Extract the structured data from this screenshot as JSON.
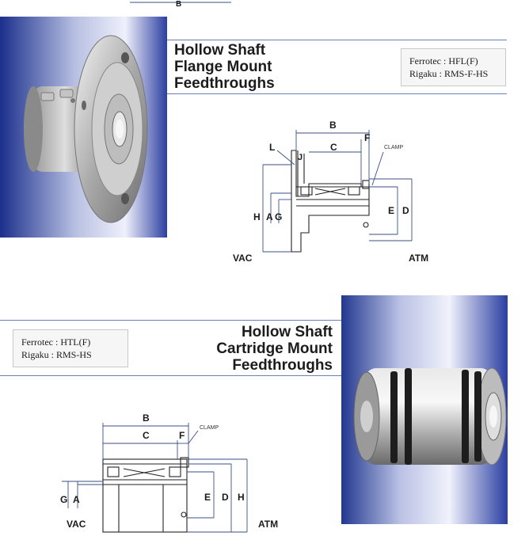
{
  "top_fragment": {
    "letter": "B"
  },
  "flange": {
    "title_lines": [
      "Hollow Shaft",
      "Flange Mount",
      "Feedthroughs"
    ],
    "xref": [
      "Ferrotec : HFL(F)",
      "Rigaku : RMS-F-HS"
    ],
    "dims": {
      "B": "B",
      "C": "C",
      "F": "F",
      "L": "L",
      "J": "J",
      "H": "H",
      "A": "A",
      "G": "G",
      "E": "E",
      "D": "D"
    },
    "clamp": "CLAMP",
    "vac": "VAC",
    "atm": "ATM"
  },
  "cartridge": {
    "title_lines": [
      "Hollow Shaft",
      "Cartridge Mount",
      "Feedthroughs"
    ],
    "xref": [
      "Ferrotec : HTL(F)",
      "Rigaku : RMS-HS"
    ],
    "dims": {
      "B": "B",
      "C": "C",
      "F": "F",
      "G": "G",
      "A": "A",
      "E": "E",
      "D": "D",
      "H": "H"
    },
    "clamp": "CLAMP",
    "vac": "VAC",
    "atm": "ATM"
  }
}
